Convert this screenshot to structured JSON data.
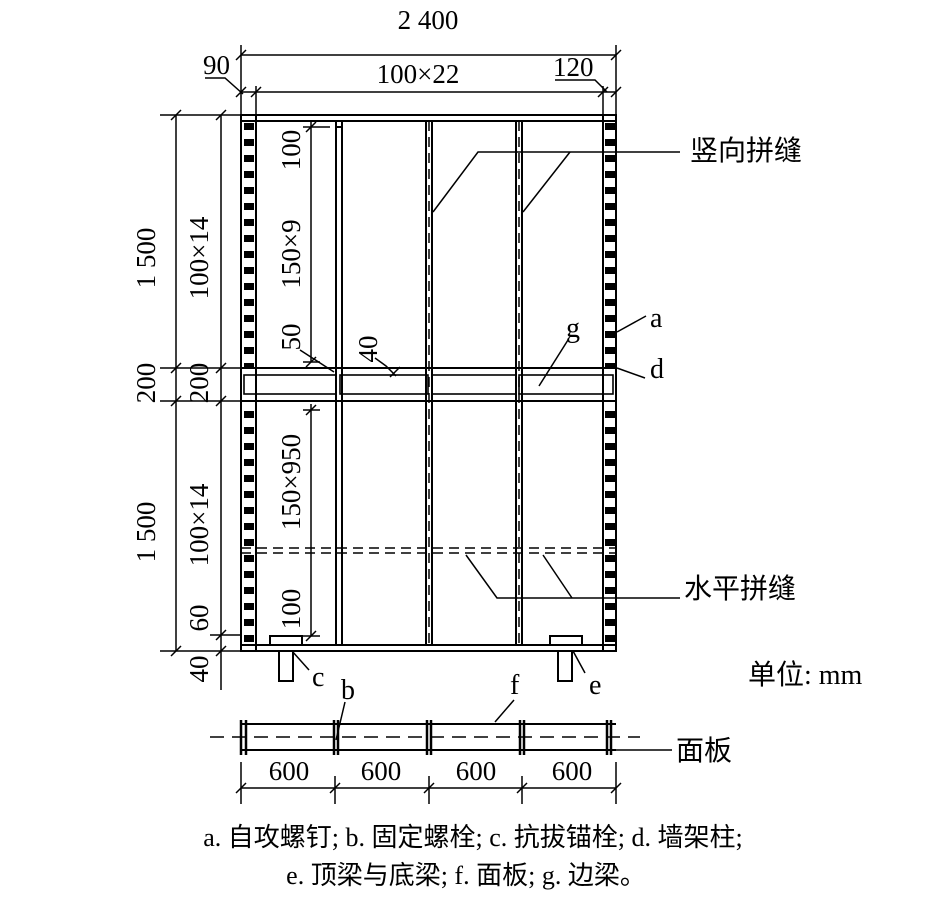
{
  "dimensions": {
    "total_width": "2 400",
    "left_edge": "90",
    "stud_spacing_top": "100×22",
    "right_edge": "120",
    "upper_height": "1 500",
    "upper_stud_spacing": "100×14",
    "beam_height_outer": "200",
    "beam_height_inner": "200",
    "lower_height": "1 500",
    "lower_stud_spacing": "100×14",
    "top_offset": "100",
    "upper_screw_spacing": "150×9",
    "upper_bottom_offset": "50",
    "beam_offset": "40",
    "lower_screw_spacing": "150×950",
    "lower_bottom_offset": "100",
    "base_offset": "60",
    "base_height": "40",
    "panel_width_1": "600",
    "panel_width_2": "600",
    "panel_width_3": "600",
    "panel_width_4": "600"
  },
  "labels": {
    "vertical_seam": "竖向拼缝",
    "horizontal_seam": "水平拼缝",
    "panel": "面板",
    "unit": "单位: mm",
    "a": "a",
    "b": "b",
    "c": "c",
    "d": "d",
    "e": "e",
    "f": "f",
    "g": "g"
  },
  "caption": {
    "line1": "a. 自攻螺钉; b. 固定螺栓; c. 抗拔锚栓; d. 墙架柱;",
    "line2": "e. 顶梁与底梁; f. 面板; g. 边梁。"
  }
}
